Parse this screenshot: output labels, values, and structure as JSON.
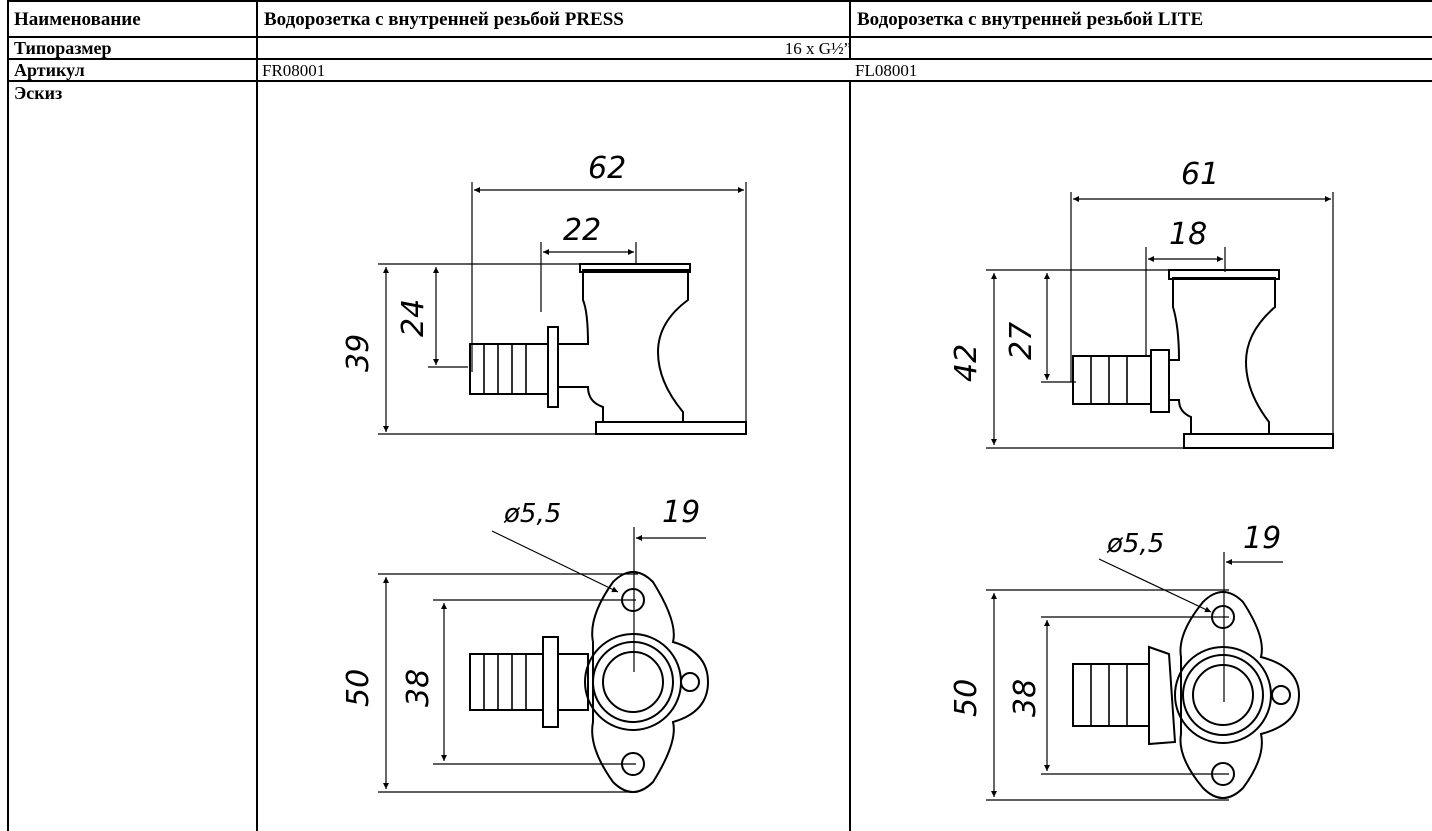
{
  "table": {
    "headers": {
      "name": "Наименование",
      "press": "Водорозетка с внутренней резьбой PRESS",
      "lite": "Водорозетка с внутренней резьбой LITE"
    },
    "rows": {
      "size_label": "Типоразмер",
      "size_value": "16 x G½”",
      "article_label": "Артикул",
      "article_press": "FR08001",
      "article_lite": "FL08001",
      "sketch_label": "Эскиз"
    }
  },
  "drawings": {
    "press": {
      "side": {
        "overall_length": "62",
        "thread_offset": "22",
        "height": "39",
        "axis_height": "24"
      },
      "top": {
        "hole": "ø5,5",
        "ear": "19",
        "width": "50",
        "spacing": "38"
      }
    },
    "lite": {
      "side": {
        "overall_length": "61",
        "thread_offset": "18",
        "height": "42",
        "axis_height": "27"
      },
      "top": {
        "hole": "ø5,5",
        "ear": "19",
        "width": "50",
        "spacing": "38"
      }
    }
  }
}
